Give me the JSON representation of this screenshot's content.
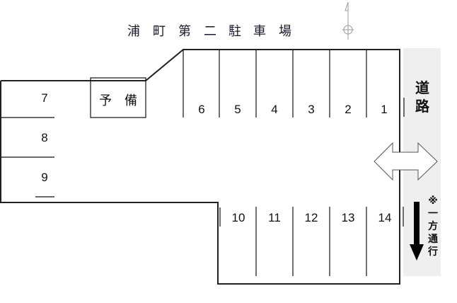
{
  "title": "浦町第二駐車場",
  "title_chars": [
    "浦",
    "町",
    "第",
    "二",
    "駐",
    "車",
    "場"
  ],
  "reserve_label": "予　備",
  "road": {
    "label_chars": [
      "道",
      "路"
    ],
    "background": "#efefef"
  },
  "one_way_note": {
    "chars": [
      "※",
      "一",
      "方",
      "通",
      "行"
    ]
  },
  "spaces": {
    "top_row": [
      "6",
      "5",
      "4",
      "3",
      "2",
      "1"
    ],
    "left_column": [
      "7",
      "8",
      "9"
    ],
    "bottom_row": [
      "10",
      "11",
      "12",
      "13",
      "14"
    ]
  },
  "colors": {
    "line": "#111111",
    "road": "#efefef",
    "arrow_stroke": "#555555",
    "arrow_fill": "#ffffff"
  }
}
